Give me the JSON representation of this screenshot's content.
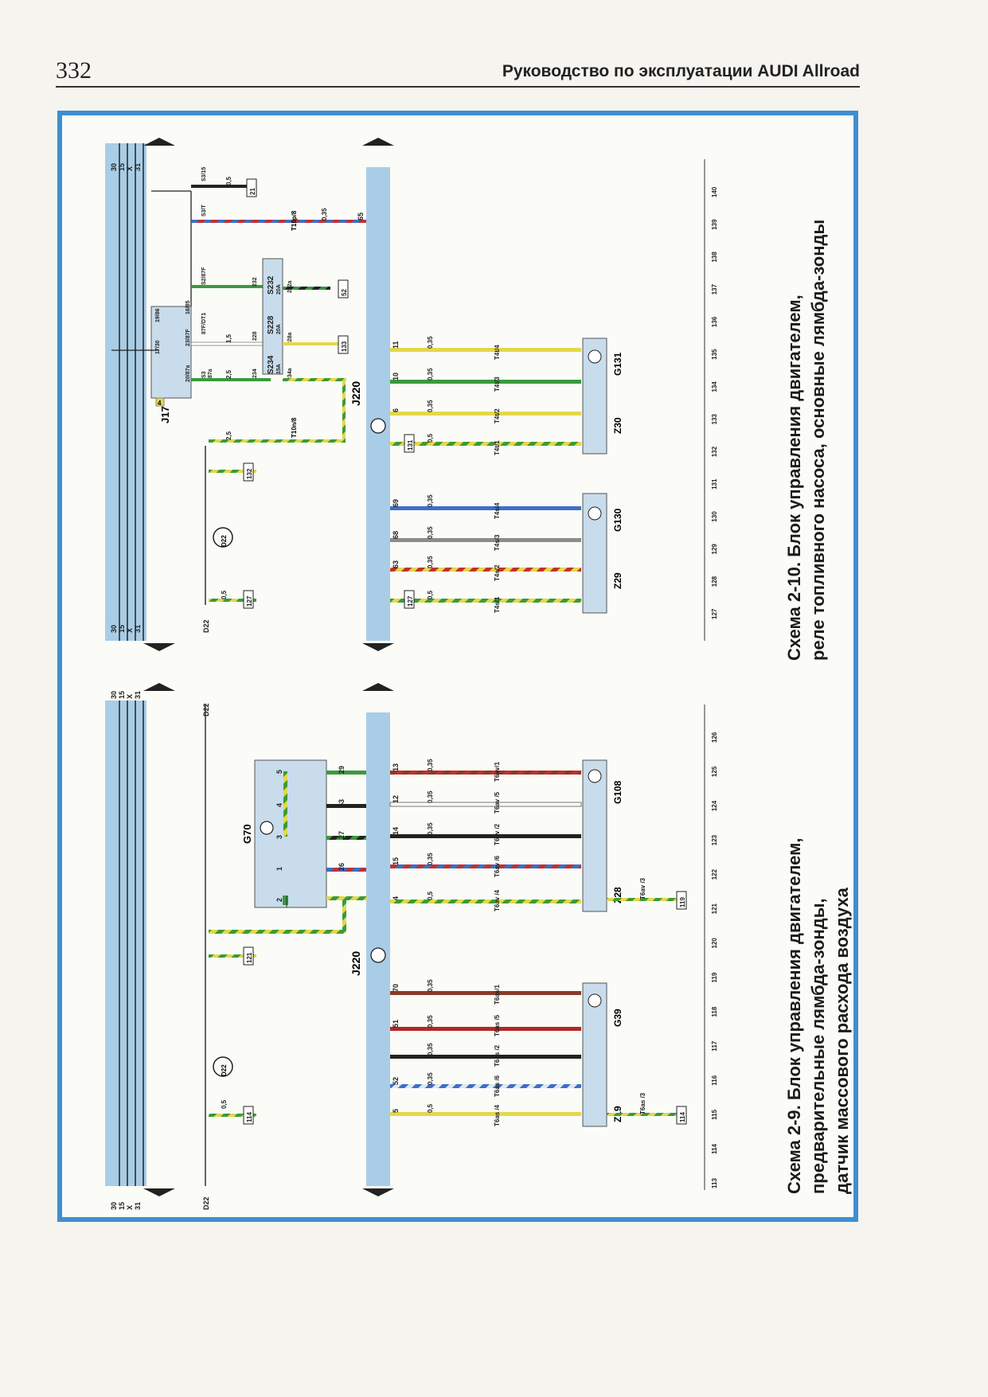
{
  "header": {
    "page_number": "332",
    "book_title": "Руководство по эксплуатации AUDI Allroad"
  },
  "diagram_left": {
    "caption": [
      "Схема 2-9. Блок управления двигателем,",
      "предварительные лямбда-зонды,",
      "датчик массового расхода воздуха"
    ],
    "bus_labels": [
      "30",
      "15",
      "X",
      "31"
    ],
    "ground_label": "D22",
    "ground_circle": "D22",
    "control_unit": "J220",
    "maf_sensor": "G70",
    "sensor_left": {
      "heater": "Z19",
      "sensor": "G39"
    },
    "sensor_right": {
      "heater": "Z28",
      "sensor": "G108"
    },
    "refs": [
      "114",
      "121",
      "114",
      "119"
    ],
    "numbers": [
      "113",
      "114",
      "115",
      "116",
      "117",
      "118",
      "119",
      "120",
      "121",
      "122",
      "123",
      "124",
      "125",
      "126"
    ],
    "pins_j220": [
      "5",
      "52",
      "51",
      "70",
      "4",
      "15",
      "14",
      "12",
      "13"
    ],
    "maf_pins": [
      "2",
      "1",
      "3",
      "4",
      "5"
    ],
    "maf_contacts": [
      "26",
      "27",
      "53",
      "29"
    ],
    "connectors": [
      "T6as /4",
      "T6as /6",
      "T6as /2",
      "T6as /5",
      "T6as/1",
      "T6as /3",
      "T6av /4",
      "T6av /6",
      "T6av /2",
      "T6av /5",
      "T6av/1",
      "T6av /3"
    ],
    "sections": [
      "0,5",
      "0,35",
      "0,35",
      "0,35",
      "0,35",
      "0,5",
      "0,5",
      "0,35",
      "0,35",
      "0,35",
      "0,35"
    ]
  },
  "diagram_right": {
    "caption": [
      "Схема 2-10. Блок управления двигателем,",
      "реле топливного насоса, основные лямбда-зонды"
    ],
    "bus_labels": [
      "30",
      "15",
      "X",
      "31"
    ],
    "ground_label": "D22",
    "ground_circle": "D22",
    "control_unit": "J220",
    "relay": "J17",
    "relay_badge": "4",
    "relay_pins": [
      "17/30",
      "19/86",
      "20/87a",
      "23/87F",
      "16/85"
    ],
    "fuses": [
      {
        "name": "S234",
        "rating": "15A"
      },
      {
        "name": "S228",
        "rating": "20A"
      },
      {
        "name": "S232",
        "rating": "20A"
      }
    ],
    "fuse_pins": [
      "234",
      "228",
      "232",
      "234a",
      "228a",
      "232a"
    ],
    "feed_labels": [
      "S3",
      "87a",
      "87F/DT1",
      "S2/87F",
      "S3/T",
      "S3/15"
    ],
    "connector_plug": "T10n/8",
    "connector_plug2": "T10p/8",
    "sensor_left": {
      "heater": "Z29",
      "sensor": "G130"
    },
    "sensor_right": {
      "heater": "Z30",
      "sensor": "G131"
    },
    "refs": [
      "127",
      "132",
      "131",
      "133",
      "52",
      "21",
      "127"
    ],
    "numbers": [
      "127",
      "128",
      "129",
      "130",
      "131",
      "132",
      "133",
      "134",
      "135",
      "136",
      "137",
      "138",
      "139",
      "140"
    ],
    "pins_j220": [
      "63",
      "68",
      "69",
      "6",
      "10",
      "11",
      "65"
    ],
    "connectors": [
      "T4s/1",
      "T4s/2",
      "T4s/3",
      "T4s/4",
      "T4t/1",
      "T4t/2",
      "T4t/3",
      "T4t/4"
    ],
    "sections": [
      "0,5",
      "0,35",
      "0,35",
      "0,35",
      "0,5",
      "0,35",
      "0,35",
      "0,35",
      "2,5",
      "1,5",
      "2,5",
      "0,5",
      "0,35",
      "0,5"
    ]
  },
  "colors": {
    "frame": "#3e8fd0",
    "bus_panel": "#a9cde6",
    "box_fill": "#c8dcec",
    "green": "#3a9a3c",
    "yellow": "#e3d84a",
    "brown": "#8a3a28",
    "red": "#c23030",
    "blue": "#3c6fc8",
    "gray": "#8c8c8c",
    "black": "#222222"
  }
}
